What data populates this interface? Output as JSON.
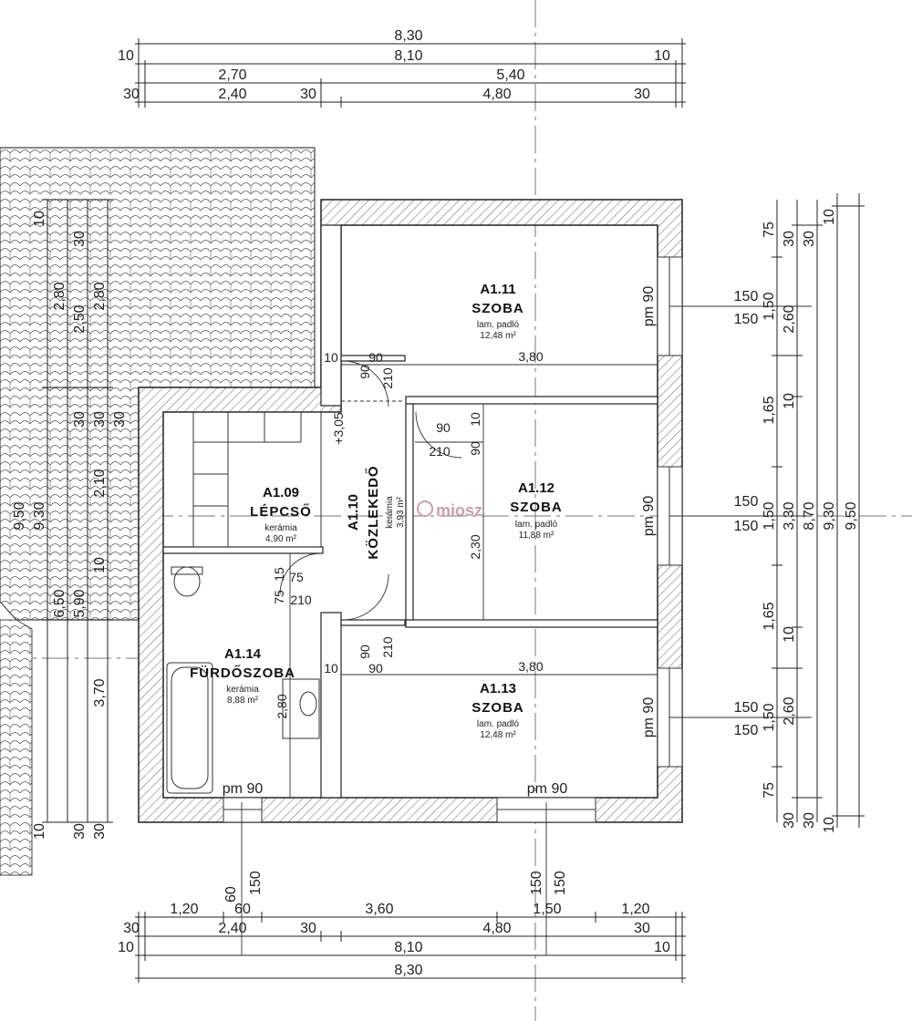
{
  "top_dims": {
    "row1": [
      "8,30"
    ],
    "row2": [
      "10",
      "8,10",
      "10"
    ],
    "row3": [
      "2,70",
      "5,40"
    ],
    "row4": [
      "30",
      "2,40",
      "30",
      "4,80",
      "30"
    ]
  },
  "bottom_dims": {
    "row1": [
      "1,20",
      "60",
      "3,60",
      "1,50",
      "1,20"
    ],
    "row2": [
      "30",
      "2,40",
      "30",
      "4,80",
      "30"
    ],
    "row3": [
      "10",
      "8,10",
      "10"
    ],
    "row4": [
      "8,30"
    ],
    "window_left": [
      "60",
      "150"
    ],
    "window_right": [
      "150",
      "150"
    ]
  },
  "right_dims": {
    "col1": [
      "75",
      "1,50",
      "1,65",
      "1,50",
      "1,65",
      "1,50",
      "75"
    ],
    "col2": [
      "30",
      "2,60",
      "10",
      "3,30",
      "10",
      "2,60",
      "30"
    ],
    "col3": [
      "30",
      "8,70",
      "30"
    ],
    "col4": [
      "10",
      "9,30",
      "10"
    ],
    "col5": [
      "9,50"
    ],
    "window_labels": [
      "150",
      "150",
      "150",
      "150",
      "150",
      "150"
    ]
  },
  "left_dims": {
    "col1": [
      "10",
      "2,80",
      "30",
      "9,50",
      "6,50",
      "10"
    ],
    "col2": [
      "30",
      "2,50",
      "30",
      "9,30",
      "5,90",
      "30"
    ],
    "col3": [
      "2,80",
      "30",
      "2,10",
      "10",
      "3,70",
      "30"
    ]
  },
  "rooms": [
    {
      "id": "A1.11",
      "name": "SZOBA",
      "floor": "lam. padló",
      "area": "12,48 m²"
    },
    {
      "id": "A1.12",
      "name": "SZOBA",
      "floor": "lam. padló",
      "area": "11,88 m²"
    },
    {
      "id": "A1.13",
      "name": "SZOBA",
      "floor": "lam. padló",
      "area": "12,48 m²"
    },
    {
      "id": "A1.09",
      "name": "LÉPCSŐ",
      "floor": "kerámia",
      "area": "4,90 m²"
    },
    {
      "id": "A1.10",
      "name": "KÖZLEKEDŐ",
      "floor": "kerámia",
      "area": "3,93 m²"
    },
    {
      "id": "A1.14",
      "name": "FÜRDŐSZOBA",
      "floor": "kerámia",
      "area": "8,88 m²"
    }
  ],
  "windows": [
    "pm 90",
    "pm 90",
    "pm 90",
    "pm 90",
    "pm 90"
  ],
  "inner_dims": {
    "room11_width": "3,80",
    "room13_width": "3,80",
    "room12_height": "2,30",
    "bath_height": "2,80",
    "door_a": [
      "10",
      "90",
      "90",
      "210"
    ],
    "door_b": [
      "90",
      "210",
      "10",
      "90"
    ],
    "door_c": [
      "90",
      "210",
      "10",
      "90"
    ],
    "door_d": [
      "75",
      "15",
      "75",
      "210"
    ],
    "stair_level": "+3,05"
  },
  "watermark": "miosz"
}
